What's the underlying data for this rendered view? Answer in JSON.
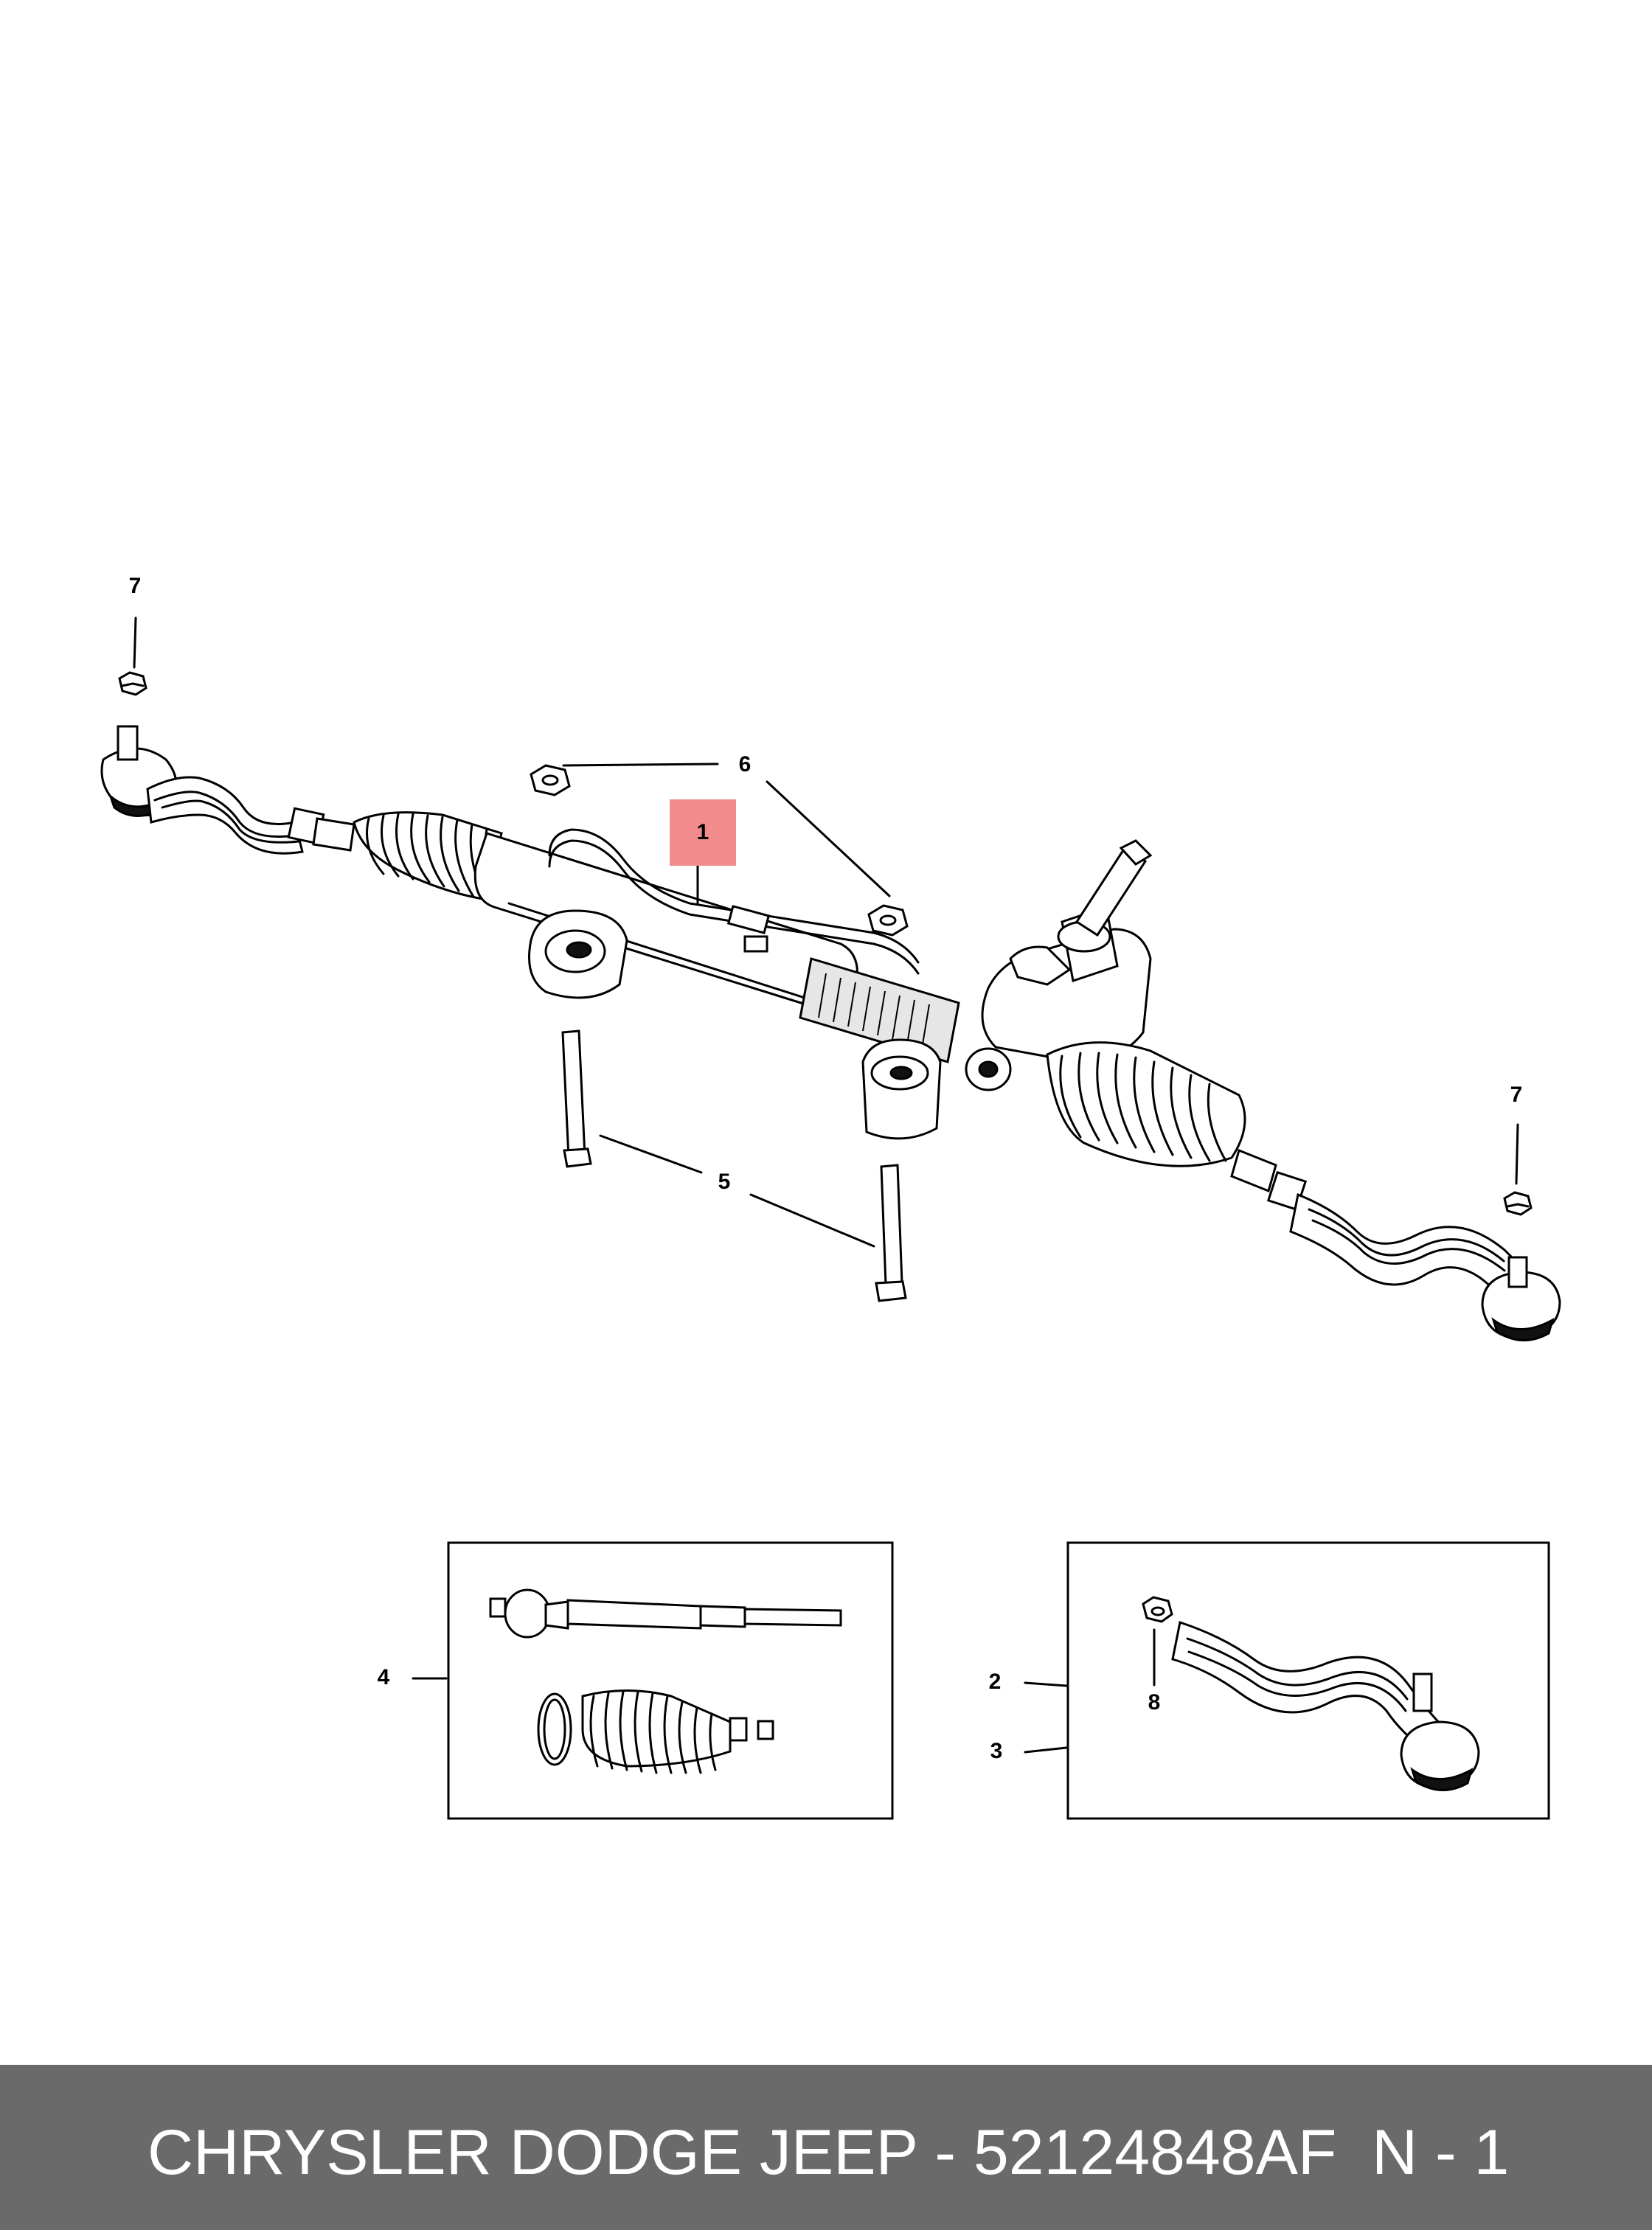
{
  "diagram": {
    "callouts": {
      "c1": "1",
      "c2": "2",
      "c3": "3",
      "c4": "4",
      "c5": "5",
      "c6": "6",
      "c7_left": "7",
      "c7_right": "7",
      "c8": "8"
    },
    "highlight_color": "#f28b8b"
  },
  "footer": {
    "title": "CHRYSLER DODGE JEEP - 52124848AF",
    "page": "N - 1",
    "background": "#6a6a6a"
  }
}
